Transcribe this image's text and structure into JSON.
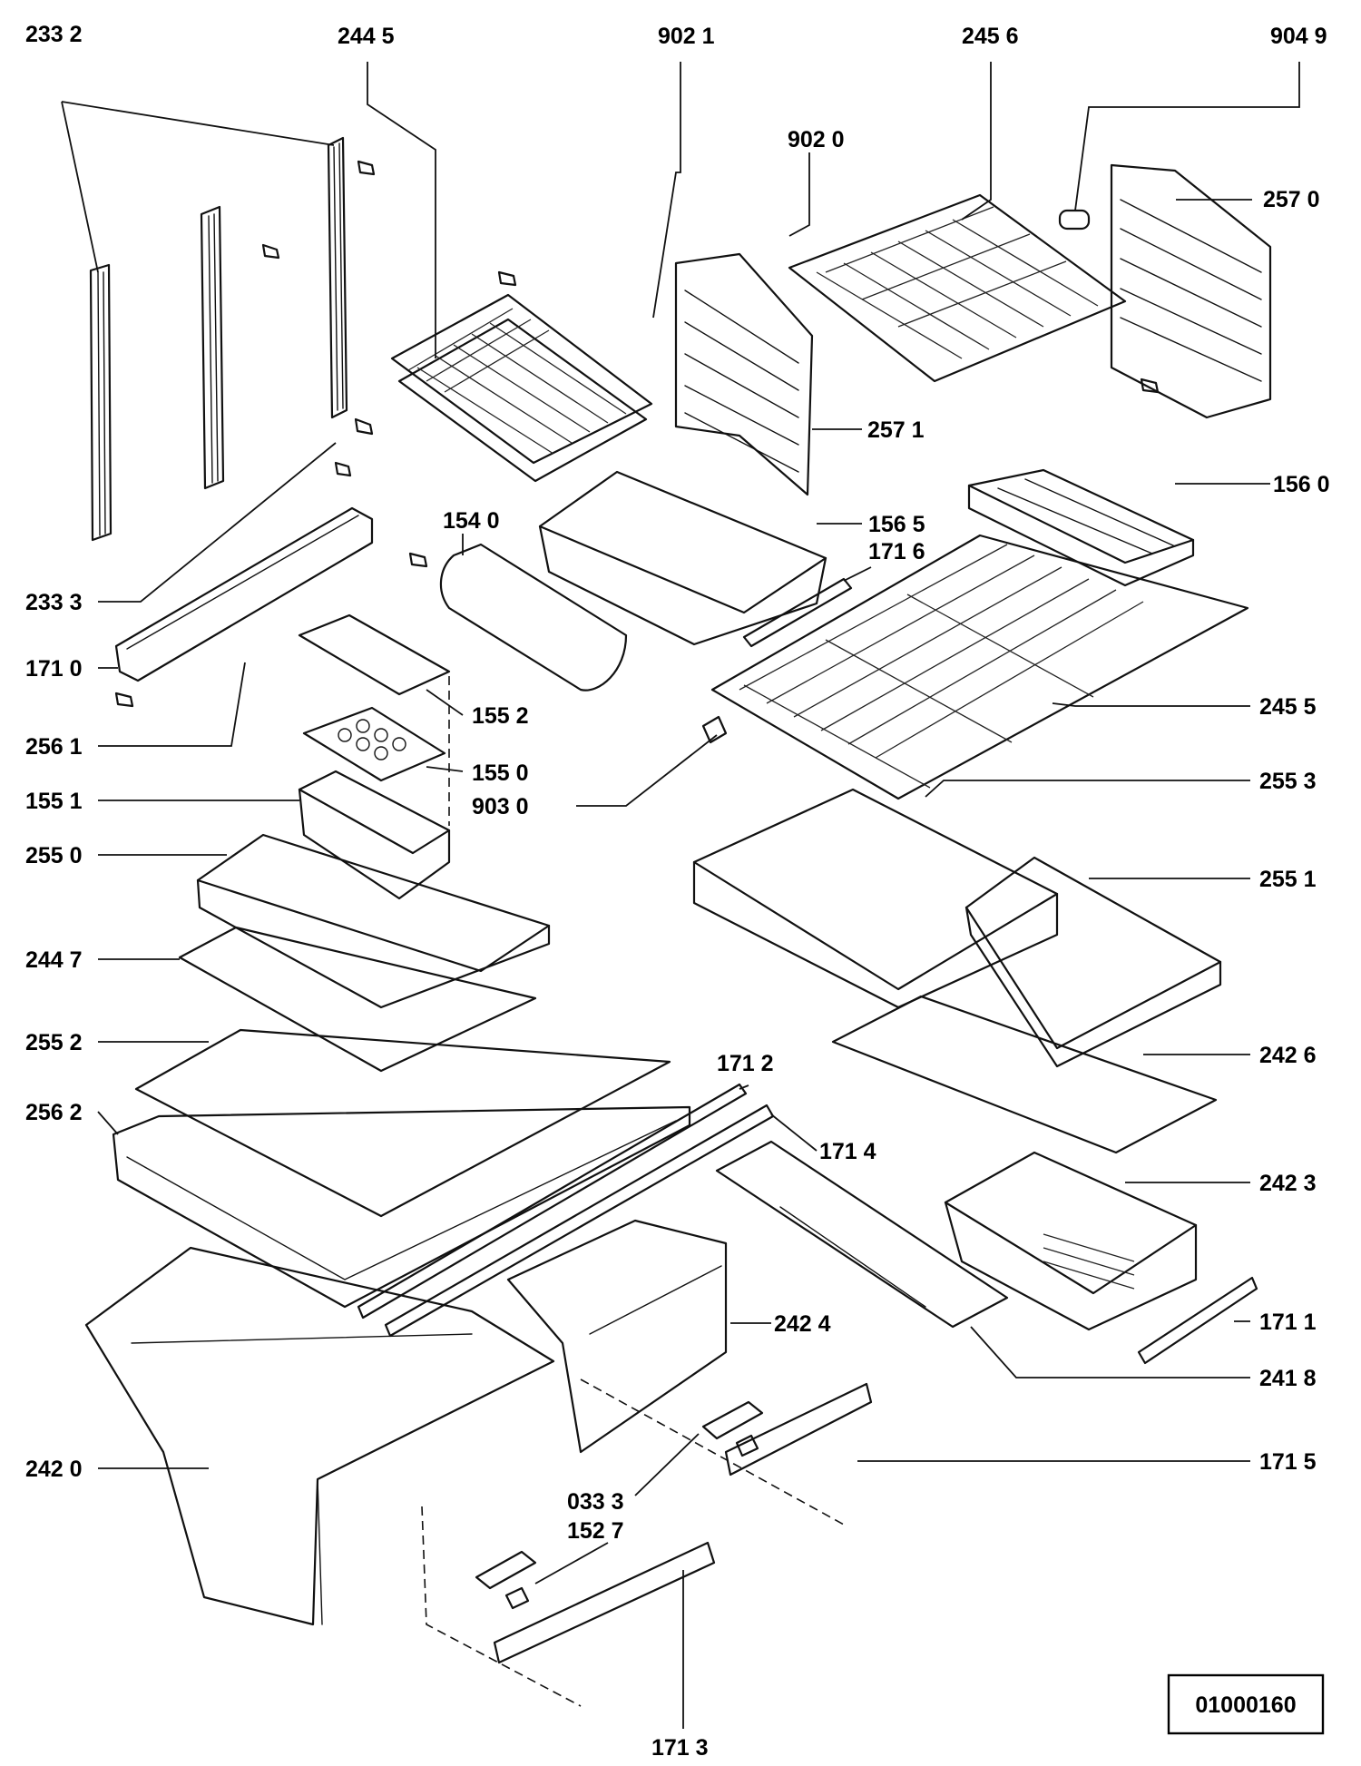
{
  "drawing_reference": "01000160",
  "parts": [
    {
      "id": "p2332",
      "label": "233 2"
    },
    {
      "id": "p2445",
      "label": "244 5"
    },
    {
      "id": "p9021",
      "label": "902 1"
    },
    {
      "id": "p2456",
      "label": "245 6"
    },
    {
      "id": "p9049",
      "label": "904 9"
    },
    {
      "id": "p9020",
      "label": "902 0"
    },
    {
      "id": "p2570",
      "label": "257 0"
    },
    {
      "id": "p2571",
      "label": "257 1"
    },
    {
      "id": "p1560",
      "label": "156 0"
    },
    {
      "id": "p1540",
      "label": "154 0"
    },
    {
      "id": "p1565",
      "label": "156 5"
    },
    {
      "id": "p1716",
      "label": "171 6"
    },
    {
      "id": "p2333",
      "label": "233 3"
    },
    {
      "id": "p1710",
      "label": "171 0"
    },
    {
      "id": "p2455",
      "label": "245 5"
    },
    {
      "id": "p1552",
      "label": "155 2"
    },
    {
      "id": "p2561",
      "label": "256 1"
    },
    {
      "id": "p1550",
      "label": "155 0"
    },
    {
      "id": "p2553",
      "label": "255 3"
    },
    {
      "id": "p1551",
      "label": "155 1"
    },
    {
      "id": "p9030",
      "label": "903 0"
    },
    {
      "id": "p2550",
      "label": "255 0"
    },
    {
      "id": "p2551",
      "label": "255 1"
    },
    {
      "id": "p2447",
      "label": "244 7"
    },
    {
      "id": "p2552",
      "label": "255 2"
    },
    {
      "id": "p2426",
      "label": "242 6"
    },
    {
      "id": "p1712",
      "label": "171 2"
    },
    {
      "id": "p2562",
      "label": "256 2"
    },
    {
      "id": "p1714",
      "label": "171 4"
    },
    {
      "id": "p2423",
      "label": "242 3"
    },
    {
      "id": "p1711",
      "label": "171 1"
    },
    {
      "id": "p2424",
      "label": "242 4"
    },
    {
      "id": "p2418",
      "label": "241 8"
    },
    {
      "id": "p2420",
      "label": "242 0"
    },
    {
      "id": "p1715",
      "label": "171 5"
    },
    {
      "id": "p0333",
      "label": "033 3"
    },
    {
      "id": "p1527",
      "label": "152 7"
    },
    {
      "id": "p1713",
      "label": "171 3"
    }
  ]
}
